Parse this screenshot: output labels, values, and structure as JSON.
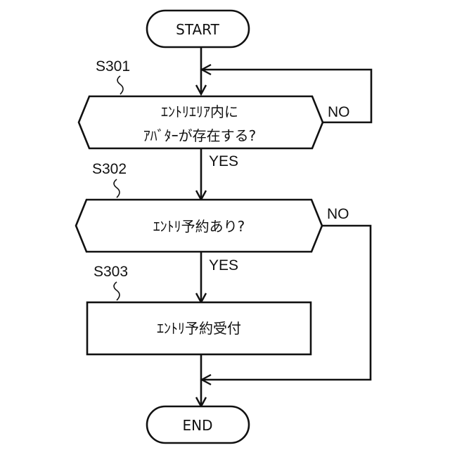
{
  "start": "START",
  "end": "END",
  "steps": [
    {
      "id": "S301",
      "lines": [
        "ｴﾝﾄﾘｴﾘｱ内に",
        "ｱﾊﾞﾀｰが存在する?"
      ],
      "yes": "YES",
      "no": "NO"
    },
    {
      "id": "S302",
      "lines": [
        "ｴﾝﾄﾘ予約あり?"
      ],
      "yes": "YES",
      "no": "NO"
    },
    {
      "id": "S303",
      "lines": [
        "ｴﾝﾄﾘ予約受付"
      ]
    }
  ]
}
